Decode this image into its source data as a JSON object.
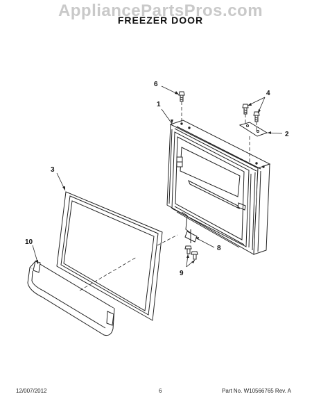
{
  "header": {
    "watermark": "AppliancePartsPros.com",
    "title": "FREEZER DOOR"
  },
  "callouts": {
    "c1": "1",
    "c2": "2",
    "c3": "3",
    "c4": "4",
    "c6": "6",
    "c8": "8",
    "c9": "9",
    "c10": "10"
  },
  "footer": {
    "date": "12/007/2012",
    "page": "6",
    "part": "Part No. W10566765  Rev. A"
  }
}
